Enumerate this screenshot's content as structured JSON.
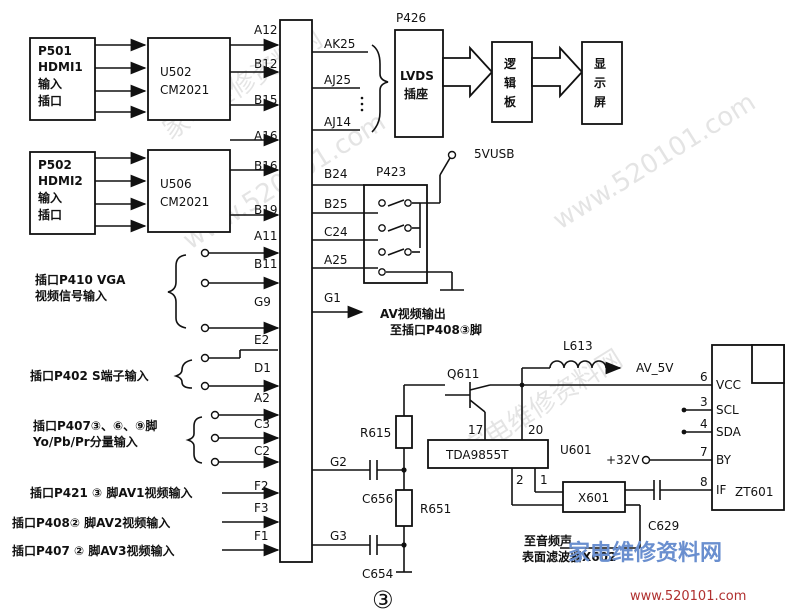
{
  "sources": {
    "p501": [
      "P501",
      "HDMI1",
      "输入",
      "插口"
    ],
    "p502": [
      "P502",
      "HDMI2",
      "输入",
      "插口"
    ],
    "vga": [
      "插口P410 VGA",
      "视频信号输入"
    ],
    "svideo": "插口P402 S端子输入",
    "ypbpr": [
      "插口P407③、⑥、⑨脚",
      "Yo/Pb/Pr分量输入"
    ],
    "av1": "插口P421 ③ 脚AV1视频输入",
    "av2": "插口P408② 脚AV2视频输入",
    "av3": "插口P407 ② 脚AV3视频输入"
  },
  "chips": {
    "u502": [
      "U502",
      "CM2021"
    ],
    "u506": [
      "U506",
      "CM2021"
    ],
    "tda": "TDA9855T",
    "u601": "U601",
    "x601": "X601",
    "zt601": "ZT601"
  },
  "main_left_pins": [
    "A12",
    "B12",
    "B15",
    "A16",
    "B16",
    "B19",
    "A11",
    "B11",
    "G9",
    "E2",
    "D1",
    "A2",
    "C3",
    "C2",
    "F2",
    "F3",
    "F1"
  ],
  "main_right_pins": [
    "AK25",
    "AJ25",
    "AJ14",
    "B24",
    "B25",
    "C24",
    "A25",
    "G1",
    "G2",
    "G3"
  ],
  "lvds": {
    "ref": "P426",
    "label": [
      "LVDS",
      "插座"
    ],
    "logic": "逻辑板",
    "display": "显示屏"
  },
  "p423": "P423",
  "supply": {
    "usb": "5VUSB",
    "av5v": "AV_5V",
    "v32": "+32V"
  },
  "components": {
    "l613": "L613",
    "q611": "Q611",
    "r615": "R615",
    "r651": "R651",
    "c656": "C656",
    "c654": "C654",
    "c629": "C629"
  },
  "av_out": [
    "AV视频输出",
    "至插口P408③脚"
  ],
  "tda_pins": {
    "p17": "17",
    "p20": "20",
    "p2": "2",
    "p1": "1"
  },
  "zt601_pins": [
    {
      "num": "6",
      "name": "VCC"
    },
    {
      "num": "3",
      "name": "SCL"
    },
    {
      "num": "4",
      "name": "SDA"
    },
    {
      "num": "7",
      "name": "BY"
    },
    {
      "num": "8",
      "name": "IF"
    }
  ],
  "saw_note": [
    "至音频声",
    "表面滤波器X602"
  ],
  "figure_mark": "③",
  "watermarks": [
    "家电维修资料网",
    "www.520101.com",
    "家电维修资料网",
    "www.520101.com"
  ],
  "footer_logo": {
    "text": "家电维修资料网",
    "url": "www.520101.com"
  }
}
